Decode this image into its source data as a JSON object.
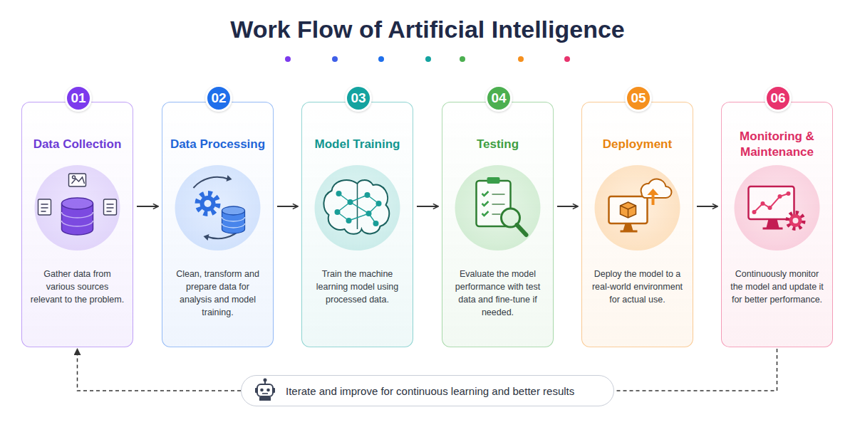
{
  "diagram": {
    "title": "Work Flow of Artificial Intelligence",
    "nodes": [
      {
        "text": [
          "Data Collection",
          "Gather data from various sources relevant to the problem."
        ]
      },
      {
        "text": [
          "01"
        ],
        "in": 0
      },
      {
        "text": [
          "Data Processing",
          "Clean, transform and prepare data for analysis and model training."
        ]
      },
      {
        "text": [
          "02"
        ],
        "in": 2
      },
      {
        "text": [
          "Model Training",
          "Train the machine learning model using processed data."
        ]
      },
      {
        "text": [
          "03"
        ],
        "in": 4
      },
      {
        "text": [
          "Testing",
          "Evaluate the model performance with test data and fine-tune if needed."
        ]
      },
      {
        "text": [
          "04"
        ],
        "in": 6
      },
      {
        "text": [
          "Deployment",
          "Deploy the model to a real-world environment for actual use."
        ]
      },
      {
        "text": [
          "05"
        ],
        "in": 8
      },
      {
        "text": [
          "Monitoring & Maintenance",
          "Continuously monitor the model and update it for better performance."
        ]
      },
      {
        "text": [
          "06"
        ],
        "in": 10
      },
      {
        "text": [
          "Iterate and improve for continuous learning and better results"
        ]
      }
    ],
    "edges": [
      {
        "from": 0,
        "to": 2,
        "arrow": "to"
      },
      {
        "from": 2,
        "to": 4,
        "arrow": "to"
      },
      {
        "from": 4,
        "to": 6,
        "arrow": "to"
      },
      {
        "from": 6,
        "to": 8,
        "arrow": "to"
      },
      {
        "from": 8,
        "to": 10,
        "arrow": "to"
      },
      {
        "from": 10,
        "to": 12,
        "arrow": "none"
      },
      {
        "from": 12,
        "to": 0,
        "arrow": "to"
      }
    ]
  }
}
